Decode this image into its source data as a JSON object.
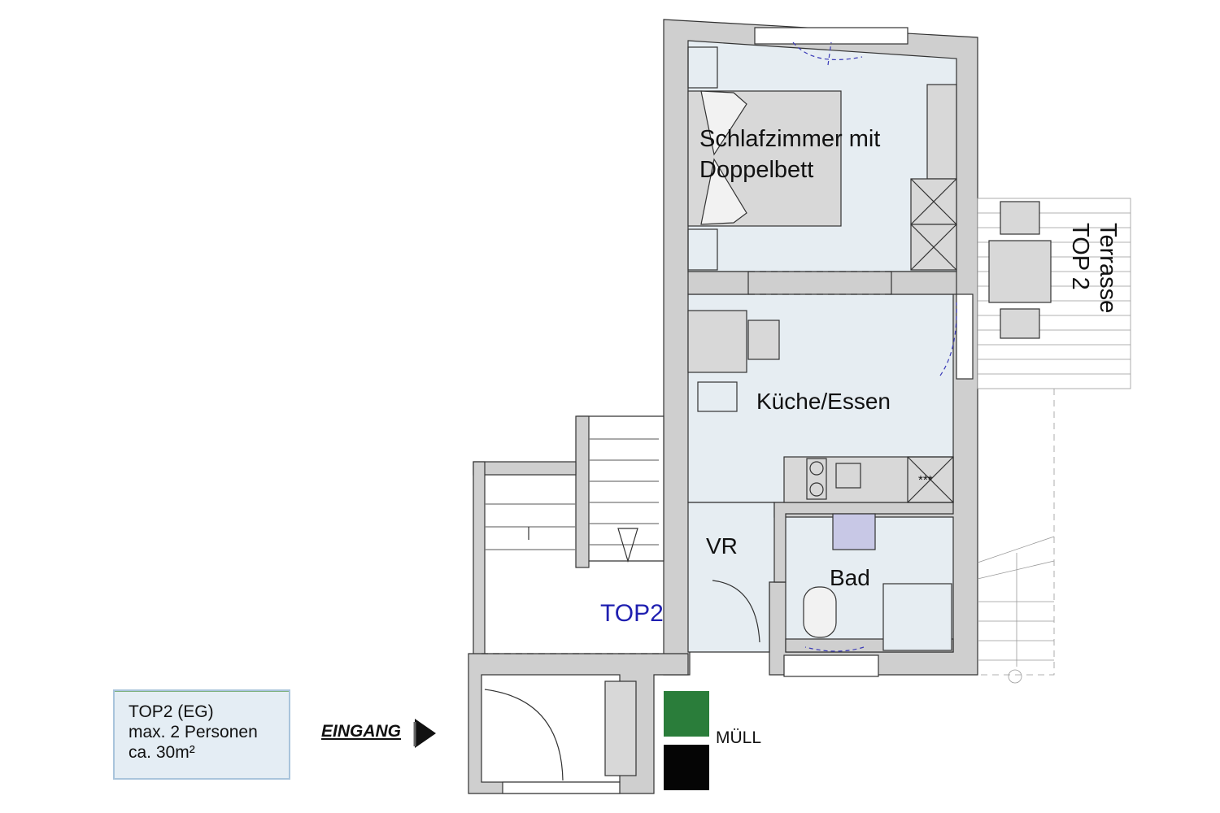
{
  "rooms": {
    "bedroom_line1": "Schlafzimmer mit",
    "bedroom_line2": "Doppelbett",
    "kitchen": "Küche/Essen",
    "hall": "VR",
    "bath": "Bad",
    "unit": "TOP2",
    "terrace_line1": "Terrasse",
    "terrace_line2": "TOP 2"
  },
  "stove_marks": "***",
  "info_box": {
    "line1": "TOP2 (EG)",
    "line2": "max. 2 Personen",
    "line3": "ca. 30m²"
  },
  "entrance": "EINGANG",
  "waste": "MÜLL",
  "colors": {
    "wall": "#cfcfcf",
    "floor": "#e6edf2",
    "bin_green": "#2a7d3a",
    "bin_black": "#050505",
    "unit_label": "#1f1fb0"
  }
}
